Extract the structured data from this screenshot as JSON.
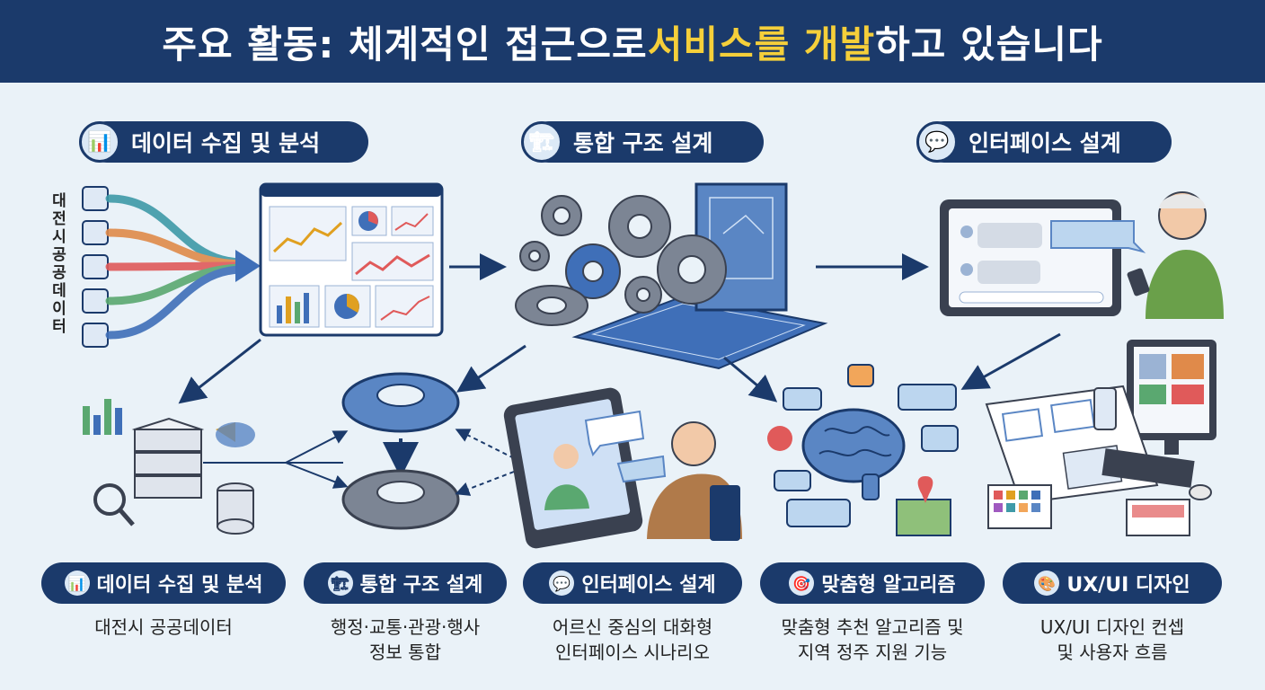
{
  "header": {
    "title_pre": "주요 활동: 체계적인 접근으로 ",
    "title_hl": "서비스를 개발",
    "title_post": "하고 있습니다"
  },
  "top_pills": [
    {
      "label": "데이터 수집 및 분석",
      "icon": "bar-chart-icon"
    },
    {
      "label": "통합 구조 설계",
      "icon": "crane-icon"
    },
    {
      "label": "인터페이스 설계",
      "icon": "chat-bubble-icon"
    }
  ],
  "side_label": "대전시 공공데이터",
  "bottom_cards": [
    {
      "title": "데이터 수집 및 분석",
      "icon": "bar-chart-icon",
      "desc_1": "대전시 공공데이터",
      "desc_2": ""
    },
    {
      "title": "통합 구조 설계",
      "icon": "crane-icon",
      "desc_1": "행정·교통·관광·행사",
      "desc_2": "정보 통합"
    },
    {
      "title": "인터페이스 설계",
      "icon": "chat-bubble-icon",
      "desc_1": "어르신 중심의 대화형",
      "desc_2": "인터페이스 시나리오"
    },
    {
      "title": "맞춤형 알고리즘",
      "icon": "target-icon",
      "desc_1": "맞춤형 추천 알고리즘 및",
      "desc_2": "지역 정주 지원 기능"
    },
    {
      "title": "UX/UI 디자인",
      "icon": "palette-icon",
      "desc_1": "UX/UI 디자인 컨셉",
      "desc_2": "및 사용자 흐름"
    }
  ],
  "colors": {
    "navy": "#1b3a6b",
    "highlight": "#f5cf3a",
    "background": "#eaf2f8",
    "accent_blue": "#4a7fc1"
  }
}
